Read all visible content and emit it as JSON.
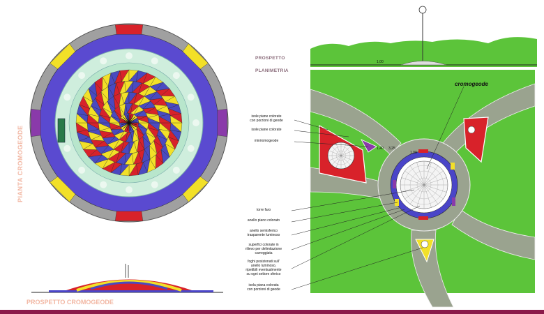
{
  "titles": {
    "pianta": "PIANTA CROMOGEODE",
    "prospetto_cromogeode": "PROSPETTO CROMOGEODE",
    "prospetto": "PROSPETTO",
    "planimetria": "PLANIMETRIA",
    "cromogeode": "cromogeode"
  },
  "callouts": [
    "isole piane colorate\ncon porzioni di geode",
    "isole piane colorate",
    "miniromogeode",
    "torre faro",
    "anello piano colorato",
    "anello semisferico\ntrasparente luminoso",
    "superfici colorate in\nrilievo per delimitazione\ncarreggiata",
    "foghi posizionati sull'\nanello luminoso,\nripetibili eventualmente\nsu ogni settore sferico",
    "isola piana colorata\ncon porzioni di geode"
  ],
  "dimensions": {
    "d1": "1,40",
    "d2": "3,25",
    "d3": "1,00",
    "d4": "1,00"
  },
  "colors": {
    "grass": "#5cc43a",
    "road": "#9aa38f",
    "ring_blue": "#4a45c8",
    "ring_gray": "#9a9a9a",
    "dome_red": "#d8222a",
    "dome_yellow": "#f2e028",
    "dome_blue": "#4a4ac0",
    "light_ring": "#c9ecd6",
    "accent": "#8b1a4a"
  }
}
